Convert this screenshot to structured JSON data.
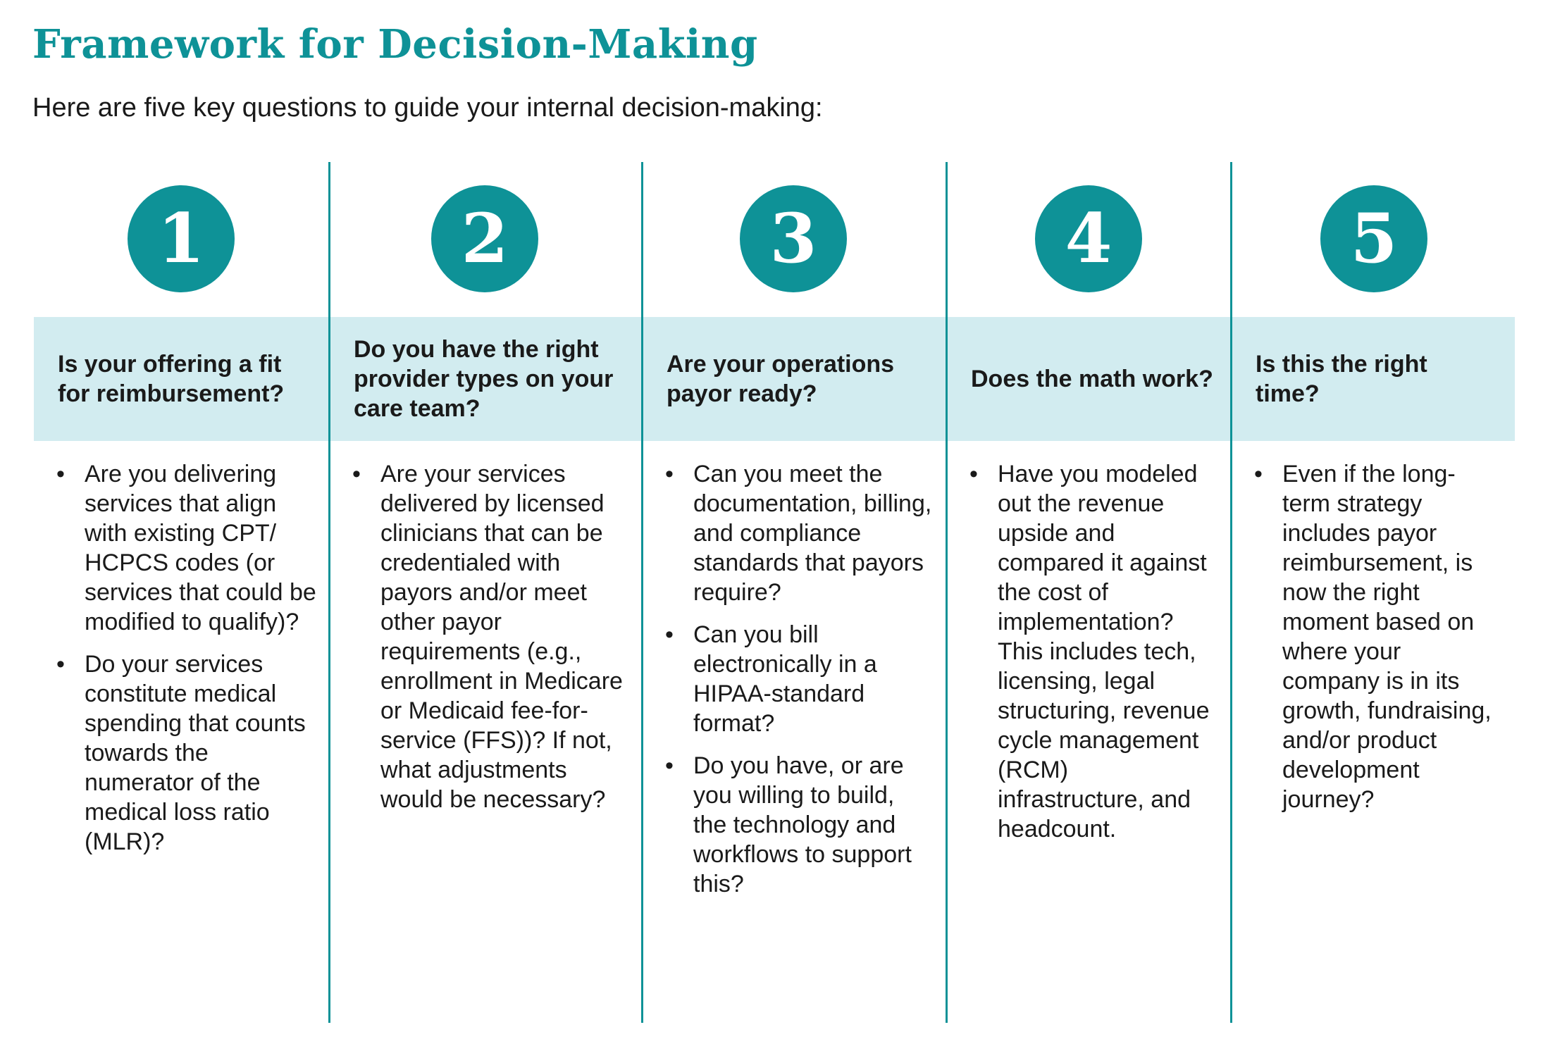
{
  "title": "Framework for Decision-Making",
  "subtitle": "Here are five key questions to guide your internal decision-making:",
  "colors": {
    "accent": "#0e9297",
    "band": "#d2ecf0",
    "text": "#1a1a1a"
  },
  "bullet_glyph": "•",
  "columns": [
    {
      "number": "1",
      "question": "Is your offering a fit for reimbursement?",
      "bullets": [
        "Are you delivering services that align with existing CPT/ HCPCS codes (or services that could be modified to qualify)?",
        "Do your services constitute medical spending that counts towards the numerator of the medical loss ratio (MLR)?"
      ]
    },
    {
      "number": "2",
      "question": "Do you have the right provider types on your care team?",
      "bullets": [
        "Are your services delivered by licensed clinicians that can be credentialed with payors and/or meet other payor requirements (e.g., enrollment in Medicare or Medicaid fee-for-service (FFS))? If not, what adjustments would be necessary?"
      ]
    },
    {
      "number": "3",
      "question": "Are your operations payor ready?",
      "bullets": [
        "Can you meet the documentation, billing, and compliance standards that payors require?",
        "Can you bill electronically in a HIPAA-standard format?",
        "Do you have, or are you willing to build, the technology and workflows to support this?"
      ]
    },
    {
      "number": "4",
      "question": "Does the math work?",
      "bullets": [
        "Have you modeled out the revenue upside and compared it against the cost of implementation? This includes tech, licensing, legal structuring, revenue cycle management (RCM) infrastructure, and headcount."
      ]
    },
    {
      "number": "5",
      "question": "Is this the right time?",
      "bullets": [
        "Even if the long-term strategy includes payor reimbursement, is now the right moment based on where your company is in its growth, fundraising, and/or product development journey?"
      ]
    }
  ]
}
